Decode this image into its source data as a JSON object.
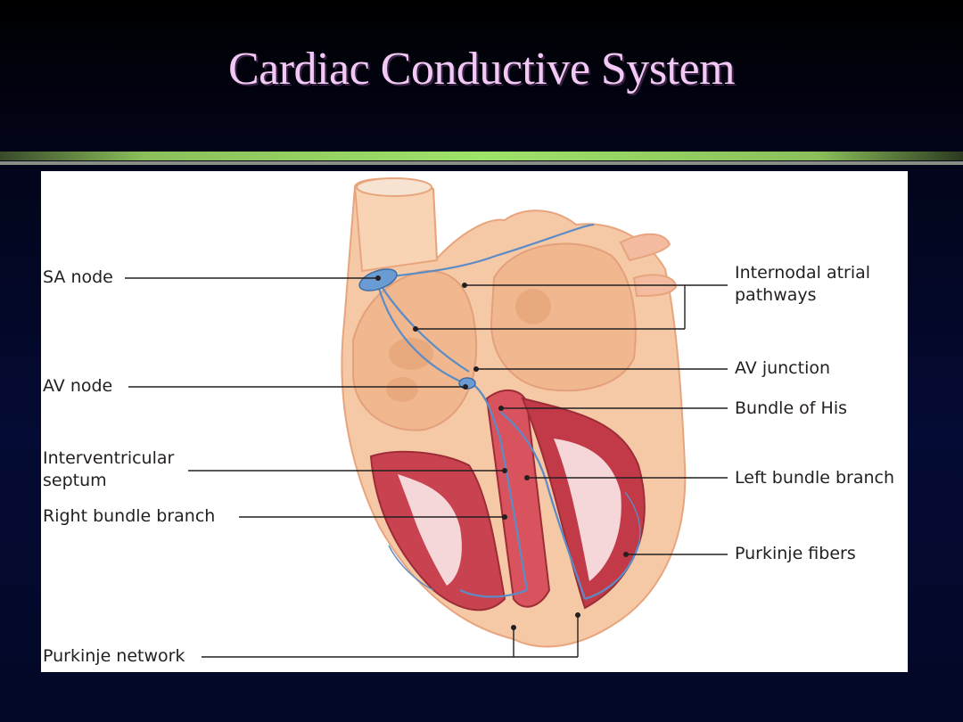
{
  "slide": {
    "title": "Cardiac Conductive System"
  },
  "labels": {
    "sa_node": "SA node",
    "av_node": "AV node",
    "interventricular_septum": "Interventricular septum",
    "right_bundle_branch": "Right bundle branch",
    "purkinje_network": "Purkinje network",
    "internodal_atrial_pathways": "Internodal atrial pathways",
    "av_junction": "AV junction",
    "bundle_of_his": "Bundle of His",
    "left_bundle_branch": "Left bundle branch",
    "purkinje_fibers": "Purkinje fibers"
  },
  "colors": {
    "title": "#f2c9f5",
    "heart_outer": "#f6c9a6",
    "muscle": "#c9424f",
    "conduction": "#5b8cc6",
    "divider_green": "#7ed957"
  }
}
